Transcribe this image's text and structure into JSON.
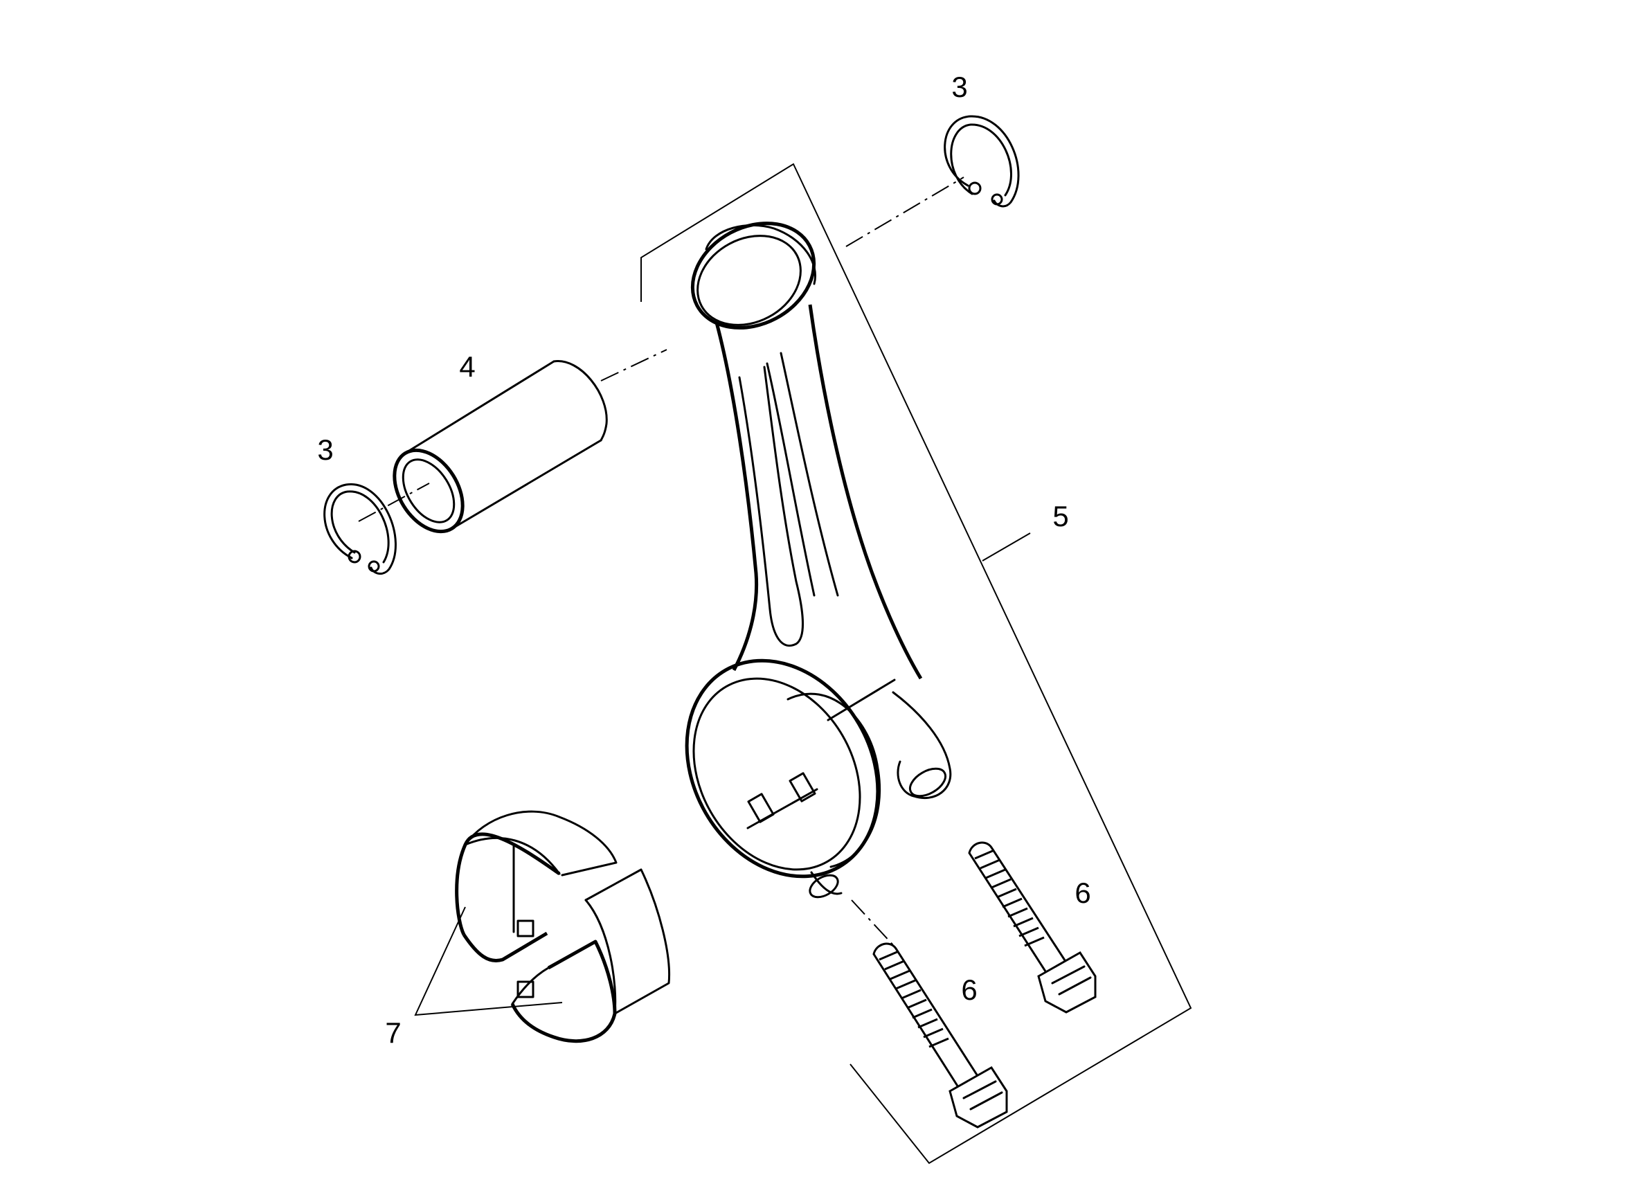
{
  "callouts": {
    "ring_top": "3",
    "ring_left": "3",
    "pin": "4",
    "rod": "5",
    "bolt_right": "6",
    "bolt_left": "6",
    "bearing": "7"
  }
}
